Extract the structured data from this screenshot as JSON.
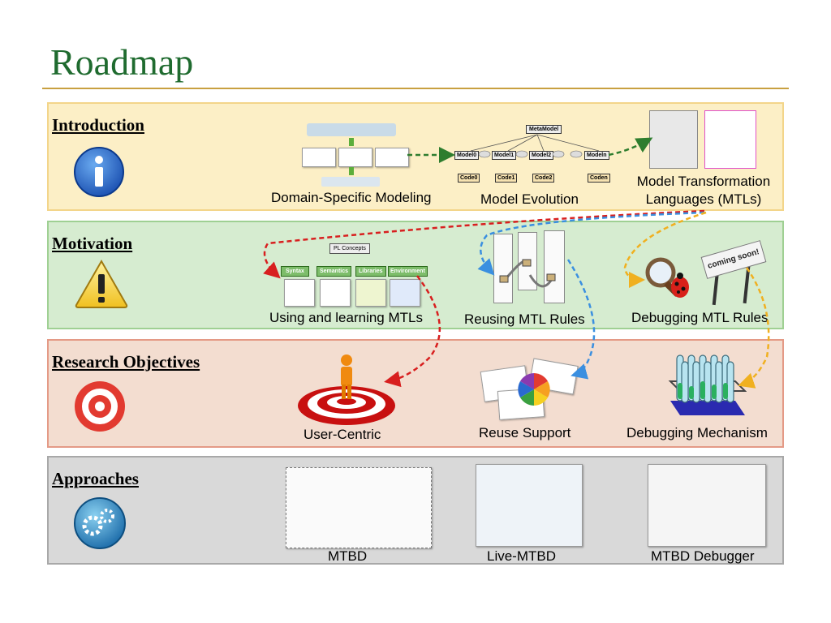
{
  "title": "Roadmap",
  "sections": {
    "introduction": {
      "heading": "Introduction",
      "items": [
        "Domain-Specific Modeling",
        "Model Evolution",
        "Model Transformation",
        "Languages (MTLs)"
      ]
    },
    "motivation": {
      "heading": "Motivation",
      "items": [
        "Using and learning MTLs",
        "Reusing MTL Rules",
        "Debugging MTL Rules"
      ]
    },
    "research_objectives": {
      "heading": "Research Objectives",
      "items": [
        "User-Centric",
        "Reuse Support",
        "Debugging Mechanism"
      ]
    },
    "approaches": {
      "heading": "Approaches",
      "items": [
        "MTBD",
        "Live-MTBD",
        "MTBD Debugger"
      ]
    }
  },
  "figure_labels": {
    "metamodel": "MetaModel",
    "model0": "Model0",
    "model1": "Model1",
    "model2": "Model2",
    "modeln": "Modeln",
    "code0": "Code0",
    "code1": "Code1",
    "code2": "Code2",
    "coden": "Coden",
    "pl_concepts": "PL Concepts",
    "syntax": "Syntax",
    "semantics": "Semantics",
    "libraries": "Libraries",
    "environment": "Environment",
    "coming_soon": "coming soon!"
  },
  "colors": {
    "title": "#1f6b2f",
    "intro_band": "#fcefc6",
    "motivation_band": "#d6ecd0",
    "objectives_band": "#f3ddd0",
    "approaches_band": "#d9d9d9",
    "arrow_green": "#2e7d2e",
    "arrow_red": "#d81f1f",
    "arrow_blue": "#3a8fe0",
    "arrow_orange": "#f0b020"
  }
}
